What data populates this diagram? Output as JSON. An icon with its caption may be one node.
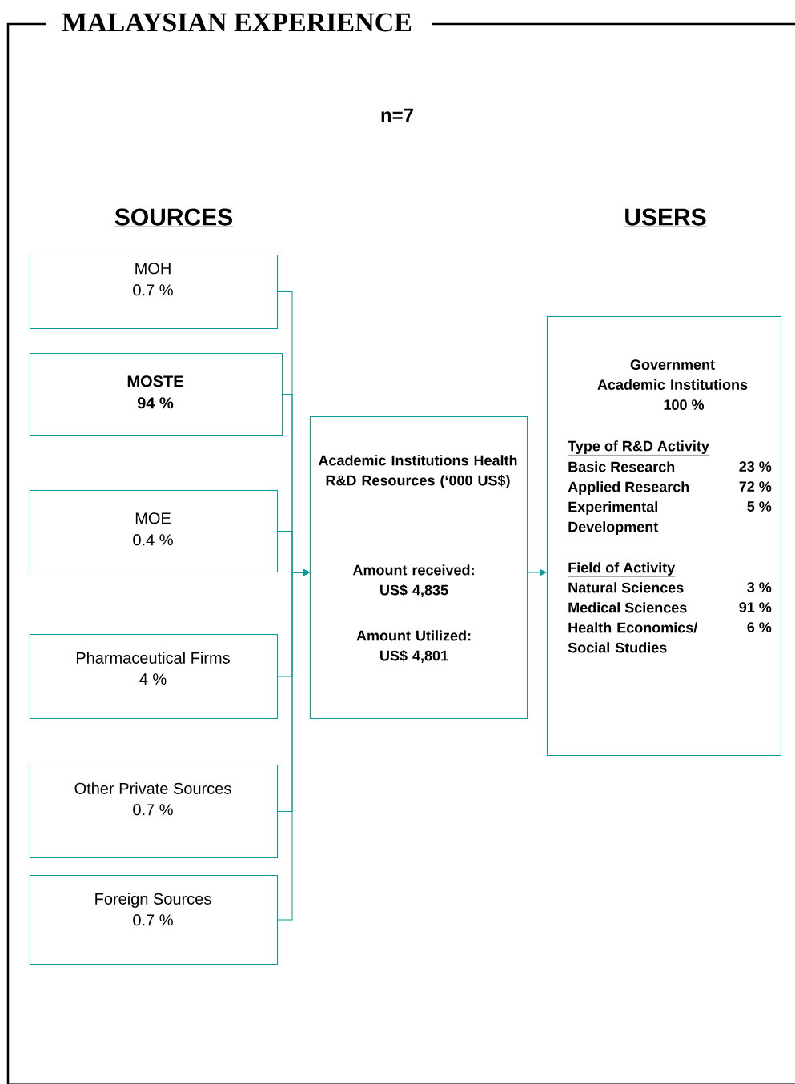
{
  "diagram": {
    "title": "MALAYSIAN EXPERIENCE",
    "nodes": [
      {
        "text": [
          "MOH",
          "0.7 %"
        ]
      },
      {
        "text": [
          "MOSTE",
          "94  %"
        ]
      },
      {
        "text": [
          "MOE",
          "0.4 %"
        ]
      },
      {
        "text": [
          "Pharmaceutical Firms",
          "4 %"
        ]
      },
      {
        "text": [
          "Other Private Sources",
          "0.7 %"
        ]
      },
      {
        "text": [
          "Foreign Sources",
          "0.7 %"
        ]
      },
      {
        "text": [
          "Academic Institutions Health R&D Resources (‘000 US$)",
          "Amount received: US$ 4,835",
          "Amount Utilized: US$ 4,801"
        ]
      },
      {
        "text": [
          "Government Academic Institutions",
          "100 %",
          "Type of  R&D Activity",
          "Basic Research",
          "23 %",
          "Applied Research",
          "72 %",
          "Experimental Development",
          "5 %",
          "Field of Activity",
          "Natural Sciences",
          "3 %",
          "Medical Sciences",
          "91 %",
          "Health Economics/ Social Studies",
          "6 %"
        ]
      }
    ],
    "edges": [
      {
        "from": 0,
        "to": 6,
        "arrow": "to"
      },
      {
        "from": 1,
        "to": 6,
        "arrow": "to"
      },
      {
        "from": 2,
        "to": 6,
        "arrow": "to"
      },
      {
        "from": 3,
        "to": 6,
        "arrow": "to"
      },
      {
        "from": 4,
        "to": 6,
        "arrow": "to"
      },
      {
        "from": 5,
        "to": 6,
        "arrow": "to"
      },
      {
        "from": 6,
        "to": 7,
        "arrow": "to"
      }
    ],
    "labels": [
      "n=7",
      "SOURCES",
      "USERS"
    ]
  }
}
